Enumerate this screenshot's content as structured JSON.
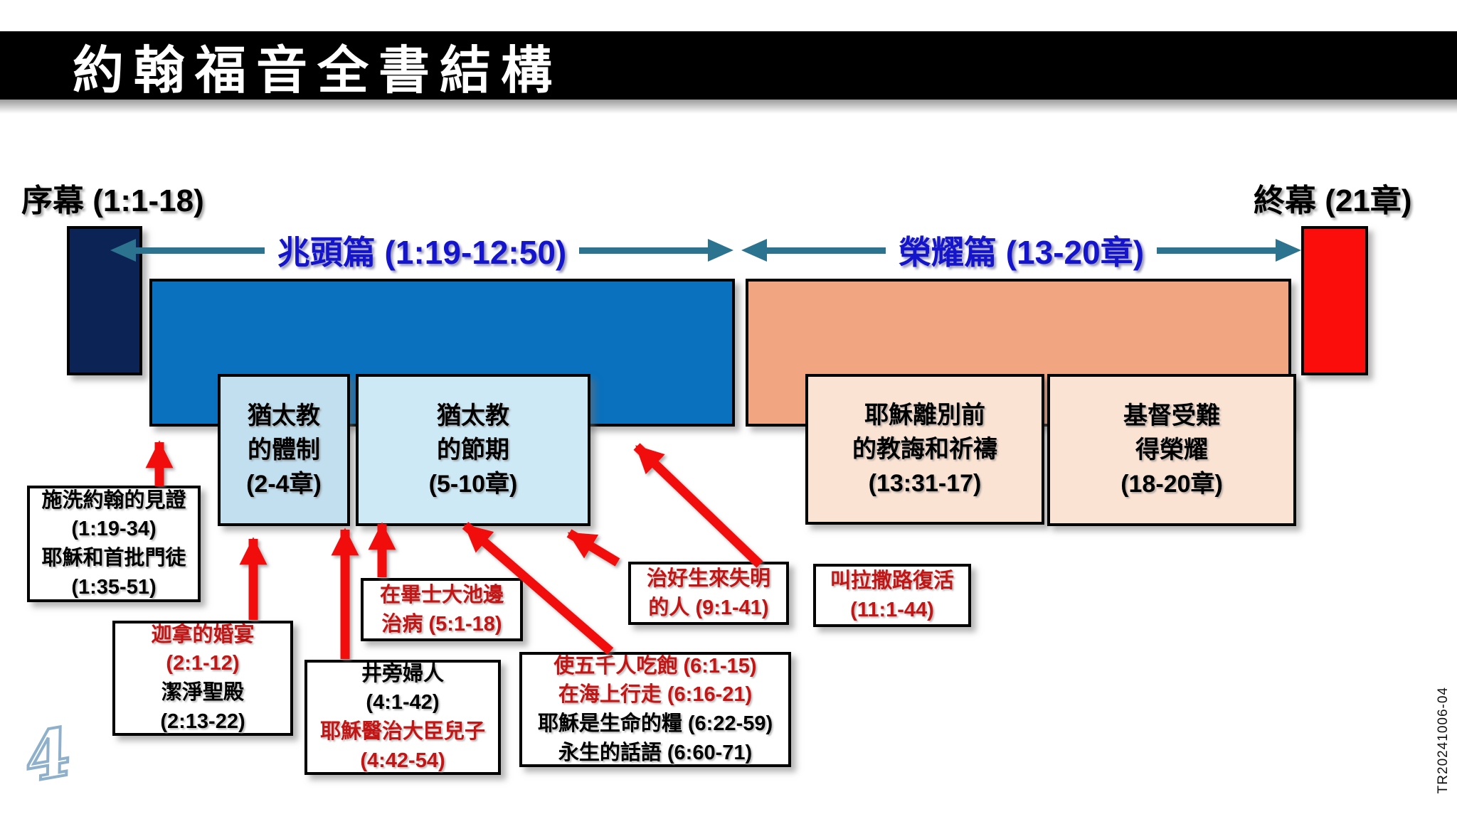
{
  "title": "約翰福音全書結構",
  "header": {
    "prologue_label": "序幕 (1:1-18)",
    "epilogue_label": "終幕 (21章)"
  },
  "spans": {
    "signs_label": "兆頭篇 (1:19-12:50)",
    "glory_label": "榮耀篇 (13-20章)"
  },
  "sections": {
    "institutions": {
      "lines": [
        "猶太教",
        "的體制",
        "(2-4章)"
      ]
    },
    "feasts": {
      "lines": [
        "猶太教",
        "的節期",
        "(5-10章)"
      ]
    },
    "farewell": {
      "lines": [
        "耶穌離別前",
        "的教誨和祈禱",
        "(13:31-17)"
      ]
    },
    "passion": {
      "lines": [
        "基督受難",
        "得榮耀",
        "(18-20章)"
      ]
    }
  },
  "annotations": [
    {
      "id": "john-baptist-witness",
      "lines": [
        {
          "text": "施洗約翰的見證",
          "color": "#000000"
        },
        {
          "text": "(1:19-34)",
          "color": "#000000"
        },
        {
          "text": "耶穌和首批門徒",
          "color": "#000000"
        },
        {
          "text": "(1:35-51)",
          "color": "#000000"
        }
      ]
    },
    {
      "id": "cana-wedding",
      "lines": [
        {
          "text": "迦拿的婚宴",
          "color": "#C41414"
        },
        {
          "text": "(2:1-12)",
          "color": "#C41414"
        },
        {
          "text": "潔淨聖殿",
          "color": "#000000"
        },
        {
          "text": "(2:13-22)",
          "color": "#000000"
        }
      ]
    },
    {
      "id": "bethesda-healing",
      "lines": [
        {
          "text": "在畢士大池邊",
          "color": "#C41414"
        },
        {
          "text": "治病 (5:1-18)",
          "color": "#C41414"
        }
      ]
    },
    {
      "id": "samaritan-woman",
      "lines": [
        {
          "text": "井旁婦人",
          "color": "#000000"
        },
        {
          "text": "(4:1-42)",
          "color": "#000000"
        },
        {
          "text": "耶穌醫治大臣兒子",
          "color": "#C41414"
        },
        {
          "text": "(4:42-54)",
          "color": "#C41414"
        }
      ]
    },
    {
      "id": "feeding-five-thousand",
      "lines": [
        {
          "text": "使五千人吃飽 (6:1-15)",
          "color": "#C41414"
        },
        {
          "text": "在海上行走 (6:16-21)",
          "color": "#C41414"
        },
        {
          "text": "耶穌是生命的糧 (6:22-59)",
          "color": "#000000"
        },
        {
          "text": "永生的話語 (6:60-71)",
          "color": "#000000"
        }
      ]
    },
    {
      "id": "blind-man-healed",
      "lines": [
        {
          "text": "治好生來失明",
          "color": "#C41414"
        },
        {
          "text": "的人 (9:1-41)",
          "color": "#C41414"
        }
      ]
    },
    {
      "id": "lazarus-raised",
      "lines": [
        {
          "text": "叫拉撒路復活",
          "color": "#C41414"
        },
        {
          "text": "(11:1-44)",
          "color": "#C41414"
        }
      ]
    }
  ],
  "footer": {
    "page_number": "4",
    "doc_code": "TR20241006-04"
  },
  "colors": {
    "banner_bg": "#000000",
    "prologue_block": "#0B2355",
    "epilogue_block": "#FB0D0B",
    "signs_bar": "#0A71BE",
    "glory_bar": "#F2A581",
    "institutions_box": "#C2DFEF",
    "feasts_box": "#CEE9F6",
    "glory_section_box": "#FBE3D4",
    "teal_arrow": "#2C7390",
    "span_label_blue": "#1414CC",
    "annotation_red": "#C41414",
    "red_arrow": "#F20D0D",
    "page_number_blue": "#8FB0CB"
  }
}
